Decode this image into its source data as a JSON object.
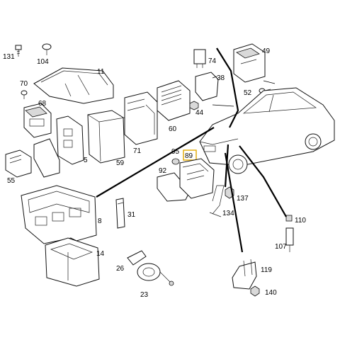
{
  "labels": {
    "p131": "131",
    "p104": "104",
    "p11": "11",
    "p74": "74",
    "p49": "49",
    "p70": "70",
    "p68": "68",
    "p38": "38",
    "p52": "52",
    "p44": "44",
    "p60": "60",
    "p71": "71",
    "p59": "59",
    "p5": "5",
    "p55": "55",
    "p95": "95",
    "p89": "89",
    "p92": "92",
    "p137": "137",
    "p134": "134",
    "p8": "8",
    "p31": "31",
    "p110": "110",
    "p107": "107",
    "p14": "14",
    "p26": "26",
    "p23": "23",
    "p119": "119",
    "p140": "140"
  },
  "highlight": {
    "label": "89",
    "color": "#e0a800"
  }
}
